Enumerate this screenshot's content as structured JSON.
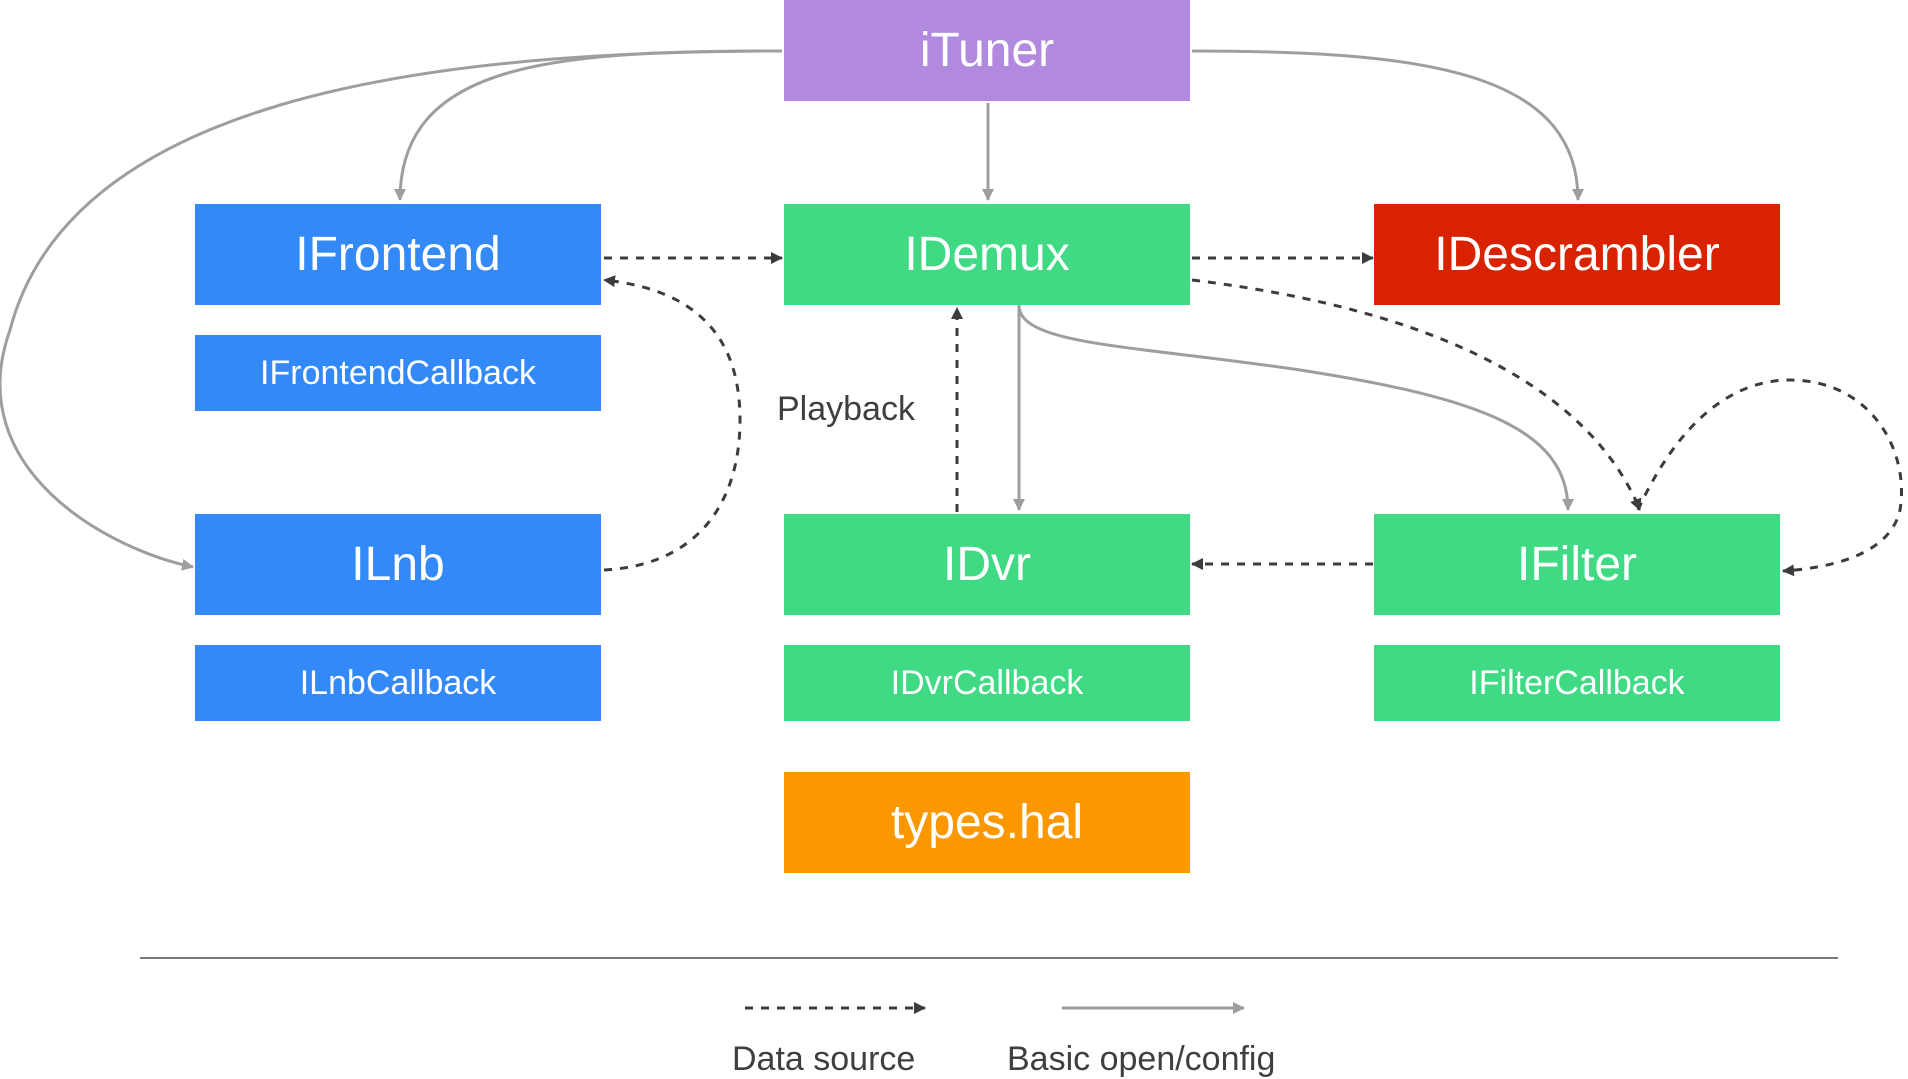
{
  "colors": {
    "purple": "#b189de",
    "blue": "#3389f8",
    "green": "#40da85",
    "red": "#d92200",
    "orange": "#fb9800",
    "solid_arrow": "#9e9e9e",
    "dashed_arrow": "#3c3c3c",
    "divider": "#7a7a7a"
  },
  "nodes": {
    "ituner": "iTuner",
    "ifrontend": "IFrontend",
    "ifrontend_callback": "IFrontendCallback",
    "idemux": "IDemux",
    "idescrambler": "IDescrambler",
    "ilnb": "ILnb",
    "ilnb_callback": "ILnbCallback",
    "idvr": "IDvr",
    "idvr_callback": "IDvrCallback",
    "ifilter": "IFilter",
    "ifilter_callback": "IFilterCallback",
    "types_hal": "types.hal"
  },
  "edge_labels": {
    "playback": "Playback"
  },
  "legend": {
    "data_source": "Data source",
    "basic_open_config": "Basic open/config"
  }
}
